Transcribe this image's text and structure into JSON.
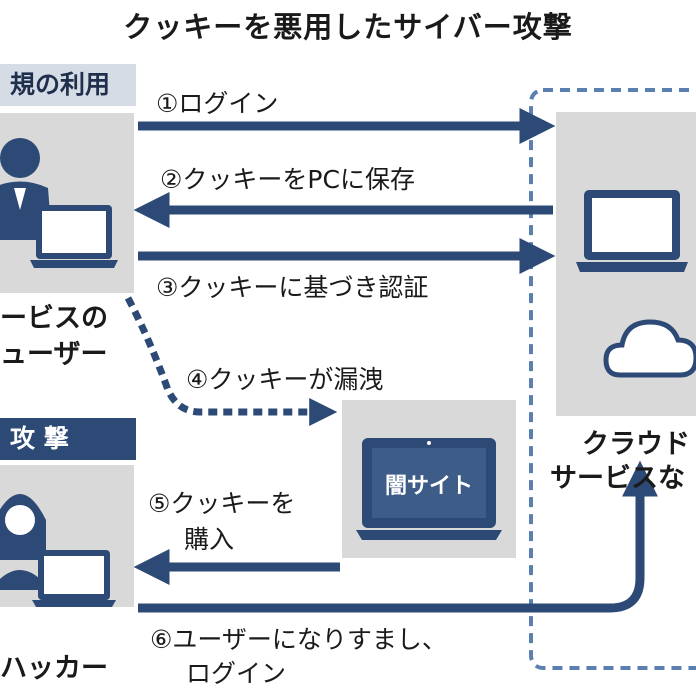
{
  "title": "クッキーを悪用したサイバー攻撃",
  "sections": {
    "normal_label": "規の利用",
    "attack_label": "攻 撃"
  },
  "actors": {
    "user_line1": "ービスの",
    "user_line2": "ューザー",
    "hacker": "ハッカー",
    "dark_site": "闇サイト",
    "cloud_line1": "クラウド",
    "cloud_line2": "サービスな"
  },
  "steps": {
    "s1": "①ログイン",
    "s2": "②クッキーをPCに保存",
    "s3": "③クッキーに基づき認証",
    "s4": "④クッキーが漏洩",
    "s5_line1": "⑤クッキーを",
    "s5_line2": "購入",
    "s6_line1": "⑥ユーザーになりすまし、",
    "s6_line2": "ログイン"
  },
  "colors": {
    "arrow": "#2c4a75",
    "dashed_border": "#5a7fb0",
    "box": "#d9d9d9",
    "tag_light": "#d5dce6"
  }
}
